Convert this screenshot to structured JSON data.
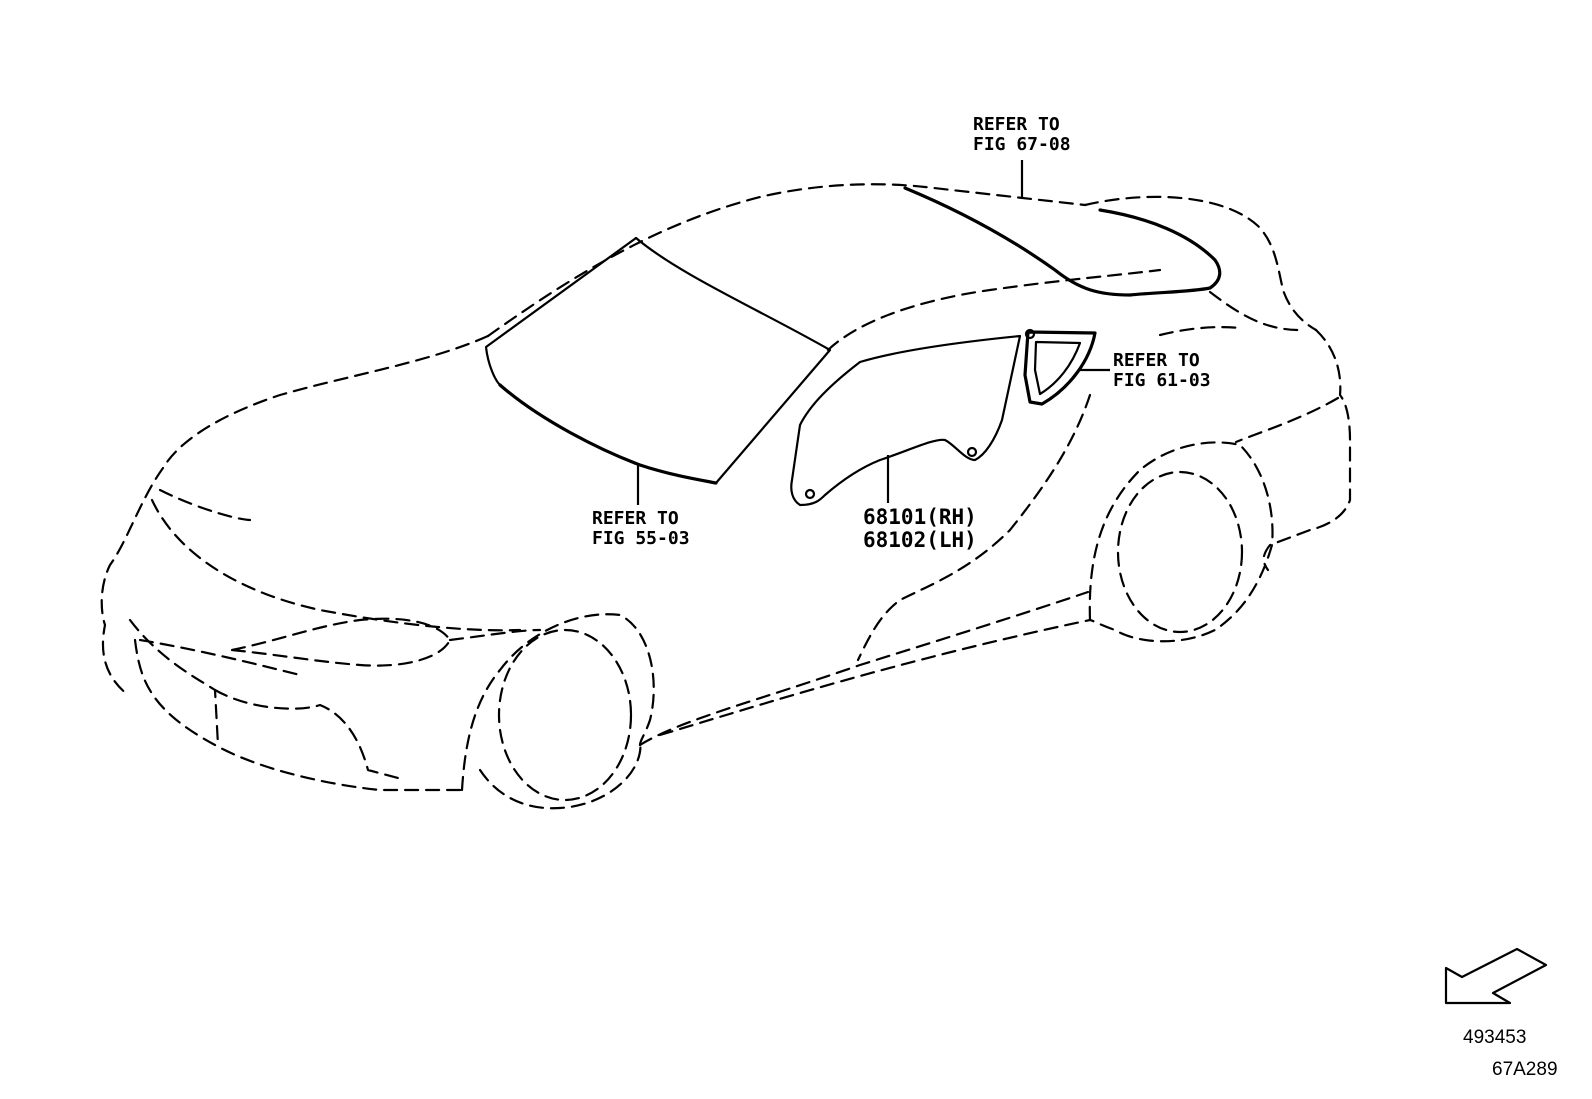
{
  "callouts": {
    "roof": {
      "line1": "REFER TO",
      "line2": "FIG 67-08"
    },
    "quarter": {
      "line1": "REFER TO",
      "line2": "FIG 61-03"
    },
    "windshield": {
      "line1": "REFER TO",
      "line2": "FIG 55-03"
    }
  },
  "parts": {
    "rh": "68101(RH)",
    "lh": "68102(LH)"
  },
  "codes": {
    "illustration_number": "493453",
    "figure_code": "67A289"
  }
}
